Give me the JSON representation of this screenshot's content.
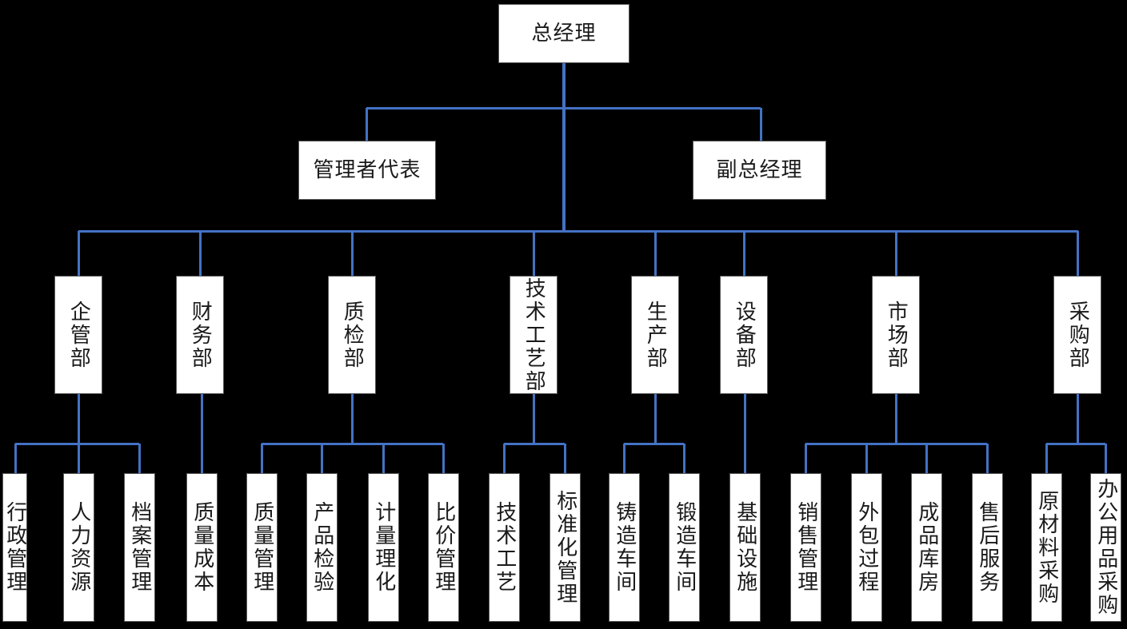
{
  "diagram": {
    "type": "org-chart",
    "background_color": "#000000",
    "line_color": "#4472C4",
    "box_fill_color": "#ffffff",
    "box_border_color": "#595959",
    "text_color": "#1a1a1a",
    "root": {
      "id": "general-manager",
      "label": "总经理"
    },
    "level2": [
      {
        "id": "management-representative",
        "label": "管理者代表"
      },
      {
        "id": "deputy-general-manager",
        "label": "副总经理"
      }
    ],
    "departments": [
      {
        "id": "enterprise-management-dept",
        "label": "企管部",
        "children": [
          {
            "id": "administration-management",
            "label": "行政管理"
          },
          {
            "id": "human-resources",
            "label": "人力资源"
          },
          {
            "id": "archives-management",
            "label": "档案管理"
          }
        ]
      },
      {
        "id": "finance-dept",
        "label": "财务部",
        "children": [
          {
            "id": "quality-cost",
            "label": "质量成本"
          }
        ]
      },
      {
        "id": "quality-inspection-dept",
        "label": "质检部",
        "children": [
          {
            "id": "quality-management",
            "label": "质量管理"
          },
          {
            "id": "product-inspection",
            "label": "产品检验"
          },
          {
            "id": "metrology-physicochemical",
            "label": "计量理化"
          },
          {
            "id": "price-comparison-management",
            "label": "比价管理"
          }
        ]
      },
      {
        "id": "technology-process-dept",
        "label": "技术工艺部",
        "children": [
          {
            "id": "technology-process",
            "label": "技术工艺"
          },
          {
            "id": "standardization-management",
            "label": "标准化管理"
          }
        ]
      },
      {
        "id": "production-dept",
        "label": "生产部",
        "children": [
          {
            "id": "casting-workshop",
            "label": "铸造车间"
          },
          {
            "id": "forging-workshop",
            "label": "锻造车间"
          }
        ]
      },
      {
        "id": "equipment-dept",
        "label": "设备部",
        "children": [
          {
            "id": "infrastructure",
            "label": "基础设施"
          }
        ]
      },
      {
        "id": "market-dept",
        "label": "市场部",
        "children": [
          {
            "id": "sales-management",
            "label": "销售管理"
          },
          {
            "id": "outsourcing-process",
            "label": "外包过程"
          },
          {
            "id": "finished-goods-warehouse",
            "label": "成品库房"
          },
          {
            "id": "after-sales-service",
            "label": "售后服务"
          }
        ]
      },
      {
        "id": "purchasing-dept",
        "label": "采购部",
        "children": [
          {
            "id": "raw-material-purchasing",
            "label": "原材料采购"
          },
          {
            "id": "office-supplies-purchasing",
            "label": "办公用品采购"
          }
        ]
      }
    ]
  }
}
